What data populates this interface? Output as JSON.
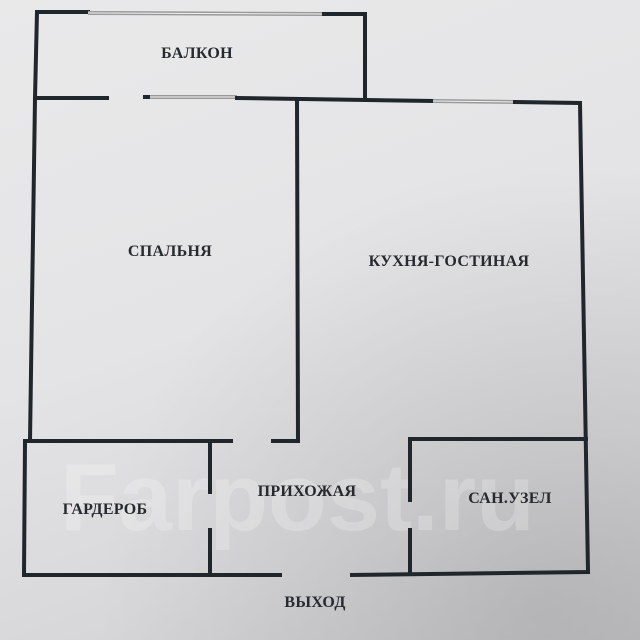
{
  "plan": {
    "rooms": {
      "balcony": "БАЛКОН",
      "bedroom": "СПАЛЬНЯ",
      "kitchen_living": "КУХНЯ-ГОСТИНАЯ",
      "wardrobe": "ГАРДЕРОБ",
      "hallway": "ПРИХОЖАЯ",
      "bathroom": "САН.УЗЕЛ"
    },
    "exit_label": "ВЫХОД"
  },
  "watermark": "Farpost.ru"
}
